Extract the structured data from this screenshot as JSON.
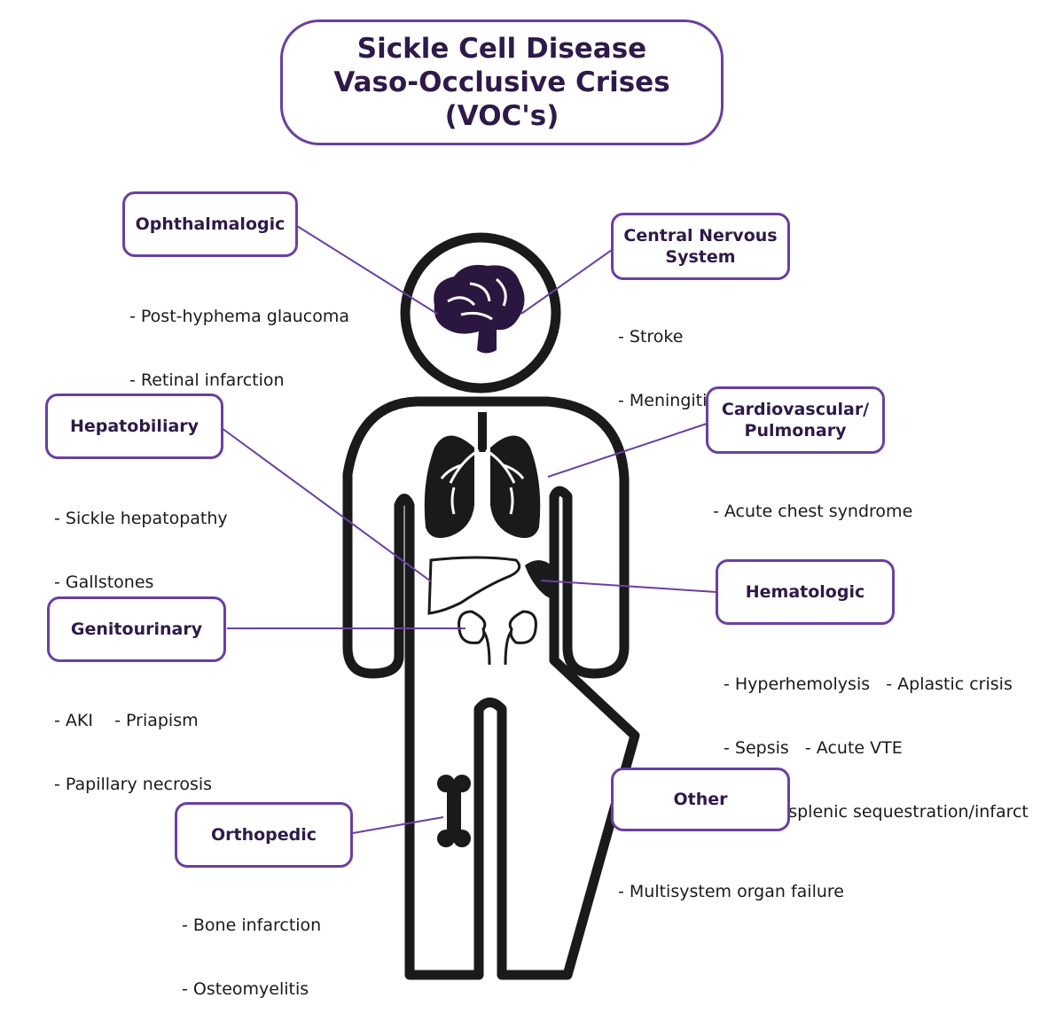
{
  "title": {
    "line1": "Sickle Cell Disease",
    "line2": "Vaso-Occlusive Crises",
    "line3": "(VOC's)"
  },
  "colors": {
    "accent": "#6b3fa0",
    "label_text": "#2e1a4a",
    "body_outline": "#1a1a1a"
  },
  "categories": {
    "ophthalmologic": {
      "label": "Ophthalmalogic",
      "items": [
        "- Post-hyphema glaucoma",
        "- Retinal infarction"
      ],
      "icon": "brain-icon"
    },
    "cns": {
      "label_line1": "Central Nervous",
      "label_line2": "System",
      "items": [
        "- Stroke",
        "- Meningitis"
      ],
      "icon": "brain-icon"
    },
    "hepatobiliary": {
      "label": "Hepatobiliary",
      "items": [
        "- Sickle hepatopathy",
        "- Gallstones"
      ],
      "icon": "liver-icon"
    },
    "cardiopulmonary": {
      "label_line1": "Cardiovascular/",
      "label_line2": "Pulmonary",
      "items": [
        "- Acute chest syndrome"
      ],
      "icon": "lungs-icon"
    },
    "hematologic": {
      "label": "Hematologic",
      "items": [
        "- Hyperhemolysis   - Aplastic crisis",
        "- Sepsis   - Acute VTE",
        "- Acute splenic sequestration/infarct"
      ],
      "icon": "spleen-icon"
    },
    "genitourinary": {
      "label": "Genitourinary",
      "items": [
        "- AKI    - Priapism",
        "- Papillary necrosis"
      ],
      "icon": "kidneys-icon"
    },
    "orthopedic": {
      "label": "Orthopedic",
      "items": [
        "- Bone infarction",
        "- Osteomyelitis"
      ],
      "icon": "bone-icon"
    },
    "other": {
      "label": "Other",
      "items": [
        "- Multisystem organ failure"
      ]
    }
  }
}
